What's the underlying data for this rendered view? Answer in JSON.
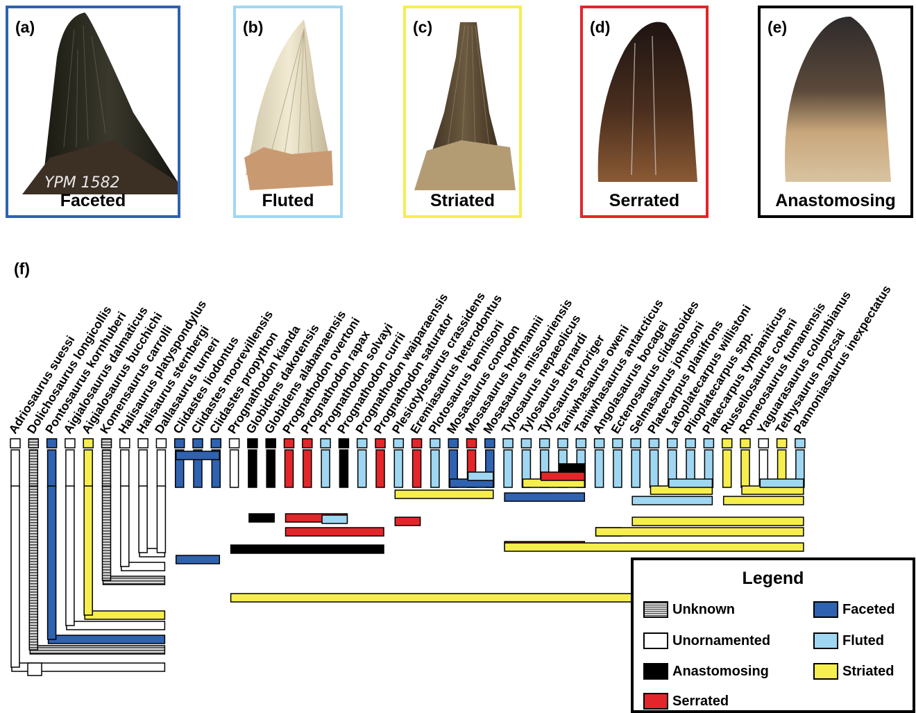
{
  "colors": {
    "faceted": "#2f62b0",
    "fluted": "#9fd7f2",
    "striated": "#f6ee4e",
    "serrated": "#e3262a",
    "anastomosing": "#000000",
    "unornamented": "#ffffff",
    "unknown": "#b3b3b3"
  },
  "panels": [
    {
      "label": "(a)",
      "name": "Faceted",
      "border": "#2f62b0",
      "specimen_text": "YPM 1582"
    },
    {
      "label": "(b)",
      "name": "Fluted",
      "border": "#9fd7f2"
    },
    {
      "label": "(c)",
      "name": "Striated",
      "border": "#f6ee4e"
    },
    {
      "label": "(d)",
      "name": "Serrated",
      "border": "#e3262a"
    },
    {
      "label": "(e)",
      "name": "Anastomosing",
      "border": "#000000"
    }
  ],
  "tree": {
    "label": "(f)",
    "taxa": [
      {
        "name": "Adriosaurus suessi",
        "state": "unornamented"
      },
      {
        "name": "Dolichosaurus longicollis",
        "state": "unknown"
      },
      {
        "name": "Pontosaurus kornhuberi",
        "state": "faceted"
      },
      {
        "name": "Aigialosaurus dalmaticus",
        "state": "unornamented"
      },
      {
        "name": "Aigialosaurus bucchichi",
        "state": "striated"
      },
      {
        "name": "Komensaurus carrolli",
        "state": "unknown"
      },
      {
        "name": "Halisaurus platyspondylus",
        "state": "unornamented"
      },
      {
        "name": "Halisaurus sternbergi",
        "state": "unornamented"
      },
      {
        "name": "Dallasaurus turneri",
        "state": "unornamented"
      },
      {
        "name": "Clidastes liodontus",
        "state": "faceted"
      },
      {
        "name": "Clidastes moorevillensis",
        "state": "faceted"
      },
      {
        "name": "Clidastes propython",
        "state": "faceted"
      },
      {
        "name": "Prognathodon kianda",
        "state": "unornamented"
      },
      {
        "name": "Globidens dakotensis",
        "state": "anastomosing"
      },
      {
        "name": "Globidens alabamaensis",
        "state": "anastomosing"
      },
      {
        "name": "Prognathodon overtoni",
        "state": "serrated"
      },
      {
        "name": "Prognathodon rapax",
        "state": "serrated"
      },
      {
        "name": "Prognathodon solvayi",
        "state": "fluted"
      },
      {
        "name": "Prognathodon currii",
        "state": "anastomosing"
      },
      {
        "name": "Prognathodon waiparaensis",
        "state": "fluted"
      },
      {
        "name": "Prognathodon saturator",
        "state": "serrated"
      },
      {
        "name": "Plesiotylosaurus crassidens",
        "state": "fluted"
      },
      {
        "name": "Eremiasaurus heterodontus",
        "state": "serrated"
      },
      {
        "name": "Plotosaurus bennisoni",
        "state": "fluted"
      },
      {
        "name": "Mosasaurus conodon",
        "state": "faceted"
      },
      {
        "name": "Mosasaurus hoffmannii",
        "state": "serrated"
      },
      {
        "name": "Mosasaurus missouriensis",
        "state": "faceted"
      },
      {
        "name": "Tylosaurus nepaeolicus",
        "state": "fluted"
      },
      {
        "name": "Tylosaurus bernardi",
        "state": "fluted"
      },
      {
        "name": "Tylosaurus proriger",
        "state": "fluted"
      },
      {
        "name": "Taniwhasaurus oweni",
        "state": "fluted"
      },
      {
        "name": "Taniwhasaurus antarcticus",
        "state": "fluted"
      },
      {
        "name": "Angolasaurus bocagei",
        "state": "fluted"
      },
      {
        "name": "Ectenosaurus clidastoides",
        "state": "fluted"
      },
      {
        "name": "Selmasaurus johnsoni",
        "state": "fluted"
      },
      {
        "name": "Platecarpus planifrons",
        "state": "fluted"
      },
      {
        "name": "Latoplatecarpus willistoni",
        "state": "fluted"
      },
      {
        "name": "Plioplatecarpus spp.",
        "state": "fluted"
      },
      {
        "name": "Platecarpus tympaniticus",
        "state": "fluted"
      },
      {
        "name": "Russellosaurus coheni",
        "state": "striated"
      },
      {
        "name": "Romeosaurus fumanensis",
        "state": "striated"
      },
      {
        "name": "Yaguarasaurus columbianus",
        "state": "unornamented"
      },
      {
        "name": "Tethysaurus nopcsai",
        "state": "striated"
      },
      {
        "name": "Pannoniasaurus inexpectatus",
        "state": "fluted"
      }
    ]
  },
  "legend": {
    "title": "Legend",
    "items": [
      {
        "label": "Unknown",
        "key": "unknown"
      },
      {
        "label": "Faceted",
        "key": "faceted"
      },
      {
        "label": "Unornamented",
        "key": "unornamented"
      },
      {
        "label": "Fluted",
        "key": "fluted"
      },
      {
        "label": "Anastomosing",
        "key": "anastomosing"
      },
      {
        "label": "Striated",
        "key": "striated"
      },
      {
        "label": "Serrated",
        "key": "serrated"
      }
    ]
  }
}
